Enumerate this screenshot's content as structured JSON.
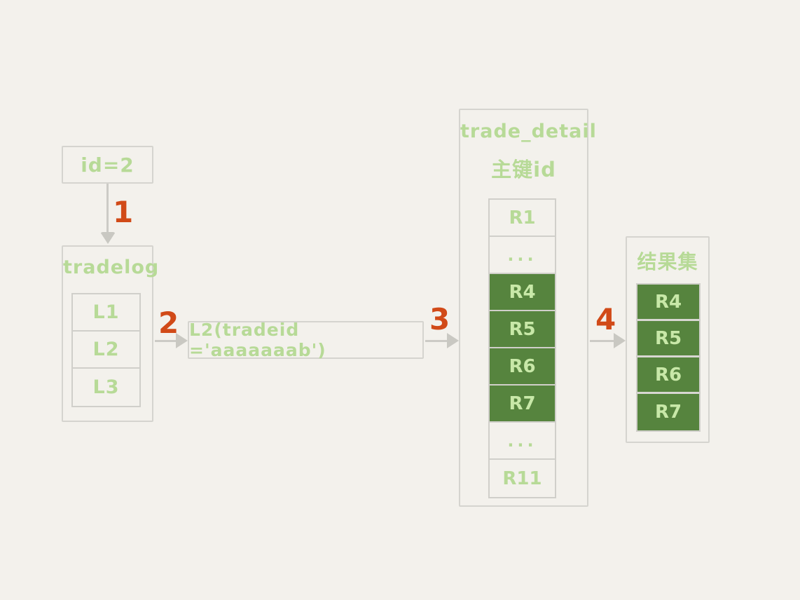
{
  "colors": {
    "bg": "#f3f1ec",
    "border": "#d5d4cf",
    "inner_border": "#d0cfca",
    "text_green": "#b7da97",
    "cell_green": "#56843e",
    "cell_green_text": "#c8e8a8",
    "arrow_gray": "#c9c8c2",
    "step_orange": "#d14a18"
  },
  "id_box": {
    "label": "id=2"
  },
  "steps": [
    "1",
    "2",
    "3",
    "4"
  ],
  "tradelog": {
    "title": "tradelog",
    "rows": [
      "L1",
      "L2",
      "L3"
    ]
  },
  "query_box": {
    "label": "L2(tradeid ='aaaaaaab')"
  },
  "trade_detail": {
    "title": "trade_detail",
    "subtitle": "主键id",
    "rows": [
      {
        "label": "R1",
        "highlight": false
      },
      {
        "label": "...",
        "highlight": false
      },
      {
        "label": "R4",
        "highlight": true
      },
      {
        "label": "R5",
        "highlight": true
      },
      {
        "label": "R6",
        "highlight": true
      },
      {
        "label": "R7",
        "highlight": true
      },
      {
        "label": "...",
        "highlight": false
      },
      {
        "label": "R11",
        "highlight": false
      }
    ]
  },
  "result_set": {
    "title": "结果集",
    "rows": [
      "R4",
      "R5",
      "R6",
      "R7"
    ]
  }
}
